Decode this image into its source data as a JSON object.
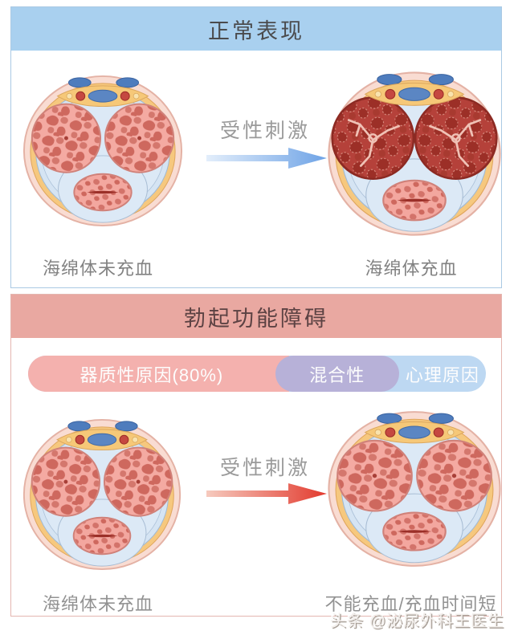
{
  "panel_normal": {
    "title": "正常表现",
    "stimulus_label": "受性刺激",
    "caption_left": "海绵体未充血",
    "caption_right": "海绵体充血",
    "header_bg": "#a9d0ef",
    "arrow_color": "#6ea3e6"
  },
  "panel_ed": {
    "title": "勃起功能障碍",
    "stimulus_label": "受性刺激",
    "causes": [
      {
        "label": "器质性原因(80%)",
        "color": "#f4b1ae"
      },
      {
        "label": "混合性",
        "color": "#b7b1d8"
      },
      {
        "label": "心理原因",
        "color": "#bdd8f2"
      }
    ],
    "caption_left": "海绵体未充血",
    "caption_right": "不能充血/充血时间短",
    "header_bg": "#e9a8a1",
    "arrow_color": "#e23a2e"
  },
  "watermark": "头条 @泌尿外科王医生",
  "anatomy_colors": {
    "skin": "#f9dcd2",
    "fascia": "#f6c87e",
    "subfascial_layer": "#d5e4f3",
    "corpus_cavernosum_flaccid": "#f4aaa2",
    "corpus_cavernosum_engorged": "#b5413a",
    "corpus_spongiosum": "#f3a79f",
    "dorsal_vein": "#5b86c3",
    "dorsal_artery": "#c54840"
  }
}
